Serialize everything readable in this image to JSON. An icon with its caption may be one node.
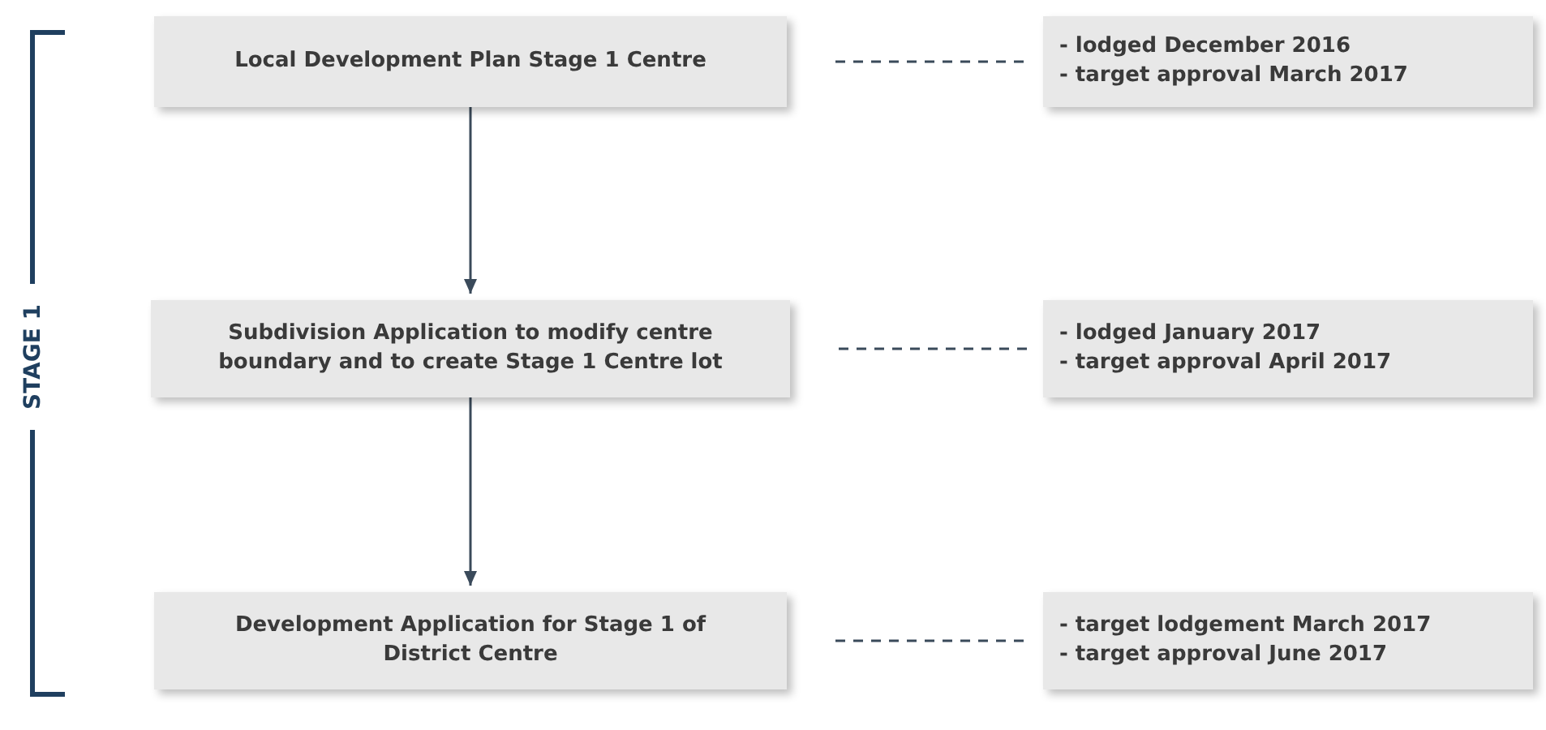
{
  "diagram": {
    "nodes": [
      {
        "text": [
          "Local Development Plan Stage 1 Centre"
        ]
      },
      {
        "text": [
          "- lodged December 2016",
          "- target approval March 2017"
        ]
      },
      {
        "text": [
          "Subdivision Application to modify centre boundary and to create Stage 1 Centre lot"
        ]
      },
      {
        "text": [
          "- lodged January 2017",
          "- target approval April 2017"
        ]
      },
      {
        "text": [
          "Development Application for Stage 1 of District Centre"
        ]
      },
      {
        "text": [
          "- target lodgement March 2017",
          "- target approval June 2017"
        ]
      }
    ],
    "edges": [
      {
        "from": 0,
        "to": 1,
        "arrow": "none",
        "style": "dashed"
      },
      {
        "from": 0,
        "to": 2,
        "arrow": "to"
      },
      {
        "from": 2,
        "to": 3,
        "arrow": "none",
        "style": "dashed"
      },
      {
        "from": 2,
        "to": 4,
        "arrow": "to"
      },
      {
        "from": 4,
        "to": 5,
        "arrow": "none",
        "style": "dashed"
      }
    ],
    "labels": [
      "STAGE 1"
    ]
  }
}
